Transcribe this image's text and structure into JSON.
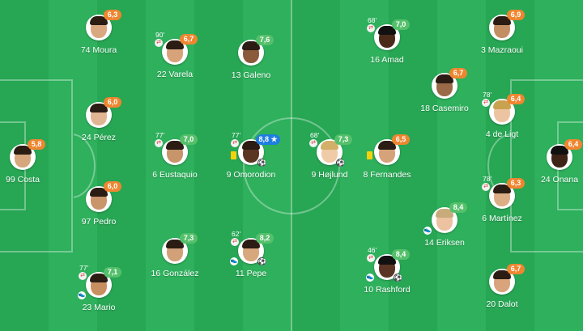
{
  "colors": {
    "pitch_dark": "#27a654",
    "pitch_light": "#2eb05c",
    "rating_orange": "#ee8630",
    "rating_green": "#55c06b",
    "rating_blue": "#1f7ee0"
  },
  "home_players": [
    {
      "name": "99 Costa",
      "rating": "5,8",
      "rating_color": "orange"
    },
    {
      "name": "74 Moura",
      "rating": "6,3",
      "rating_color": "orange"
    },
    {
      "name": "24 Pérez",
      "rating": "6,0",
      "rating_color": "orange"
    },
    {
      "name": "97 Pedro",
      "rating": "6,0",
      "rating_color": "orange"
    },
    {
      "name": "23 Mario",
      "rating": "7,1",
      "rating_color": "green",
      "sub_minute": "77'",
      "icons": [
        "boot"
      ]
    },
    {
      "name": "22 Varela",
      "rating": "6,7",
      "rating_color": "orange",
      "sub_minute": "90'"
    },
    {
      "name": "6 Eustaquio",
      "rating": "7,0",
      "rating_color": "green",
      "sub_minute": "77'"
    },
    {
      "name": "16 González",
      "rating": "7,3",
      "rating_color": "green"
    },
    {
      "name": "13 Galeno",
      "rating": "7,6",
      "rating_color": "green"
    },
    {
      "name": "9 Omorodion",
      "rating": "8,8 ★",
      "rating_color": "blue",
      "sub_minute": "77'",
      "icons": [
        "yellow-card",
        "ball"
      ]
    },
    {
      "name": "11 Pepe",
      "rating": "8,2",
      "rating_color": "green",
      "sub_minute": "62'",
      "icons": [
        "boot",
        "ball"
      ]
    }
  ],
  "away_players": [
    {
      "name": "24 Onana",
      "rating": "6,4",
      "rating_color": "orange"
    },
    {
      "name": "3 Mazraoui",
      "rating": "6,9",
      "rating_color": "orange"
    },
    {
      "name": "4 de Ligt",
      "rating": "6,4",
      "rating_color": "orange",
      "sub_minute": "78'"
    },
    {
      "name": "6 Martínez",
      "rating": "6,3",
      "rating_color": "orange",
      "sub_minute": "78'"
    },
    {
      "name": "20 Dalot",
      "rating": "6,7",
      "rating_color": "orange"
    },
    {
      "name": "18 Casemiro",
      "rating": "6,7",
      "rating_color": "orange"
    },
    {
      "name": "14 Eriksen",
      "rating": "8,4",
      "rating_color": "green",
      "icons": [
        "boot"
      ]
    },
    {
      "name": "16 Amad",
      "rating": "7,0",
      "rating_color": "green",
      "sub_minute": "68'"
    },
    {
      "name": "8 Fernandes",
      "rating": "6,5",
      "rating_color": "orange",
      "icons": [
        "yellow-card"
      ]
    },
    {
      "name": "10 Rashford",
      "rating": "8,4",
      "rating_color": "green",
      "sub_minute": "46'",
      "icons": [
        "boot",
        "ball"
      ]
    },
    {
      "name": "9 Højlund",
      "rating": "7,3",
      "rating_color": "green",
      "sub_minute": "68'",
      "icons": [
        "ball"
      ]
    }
  ]
}
